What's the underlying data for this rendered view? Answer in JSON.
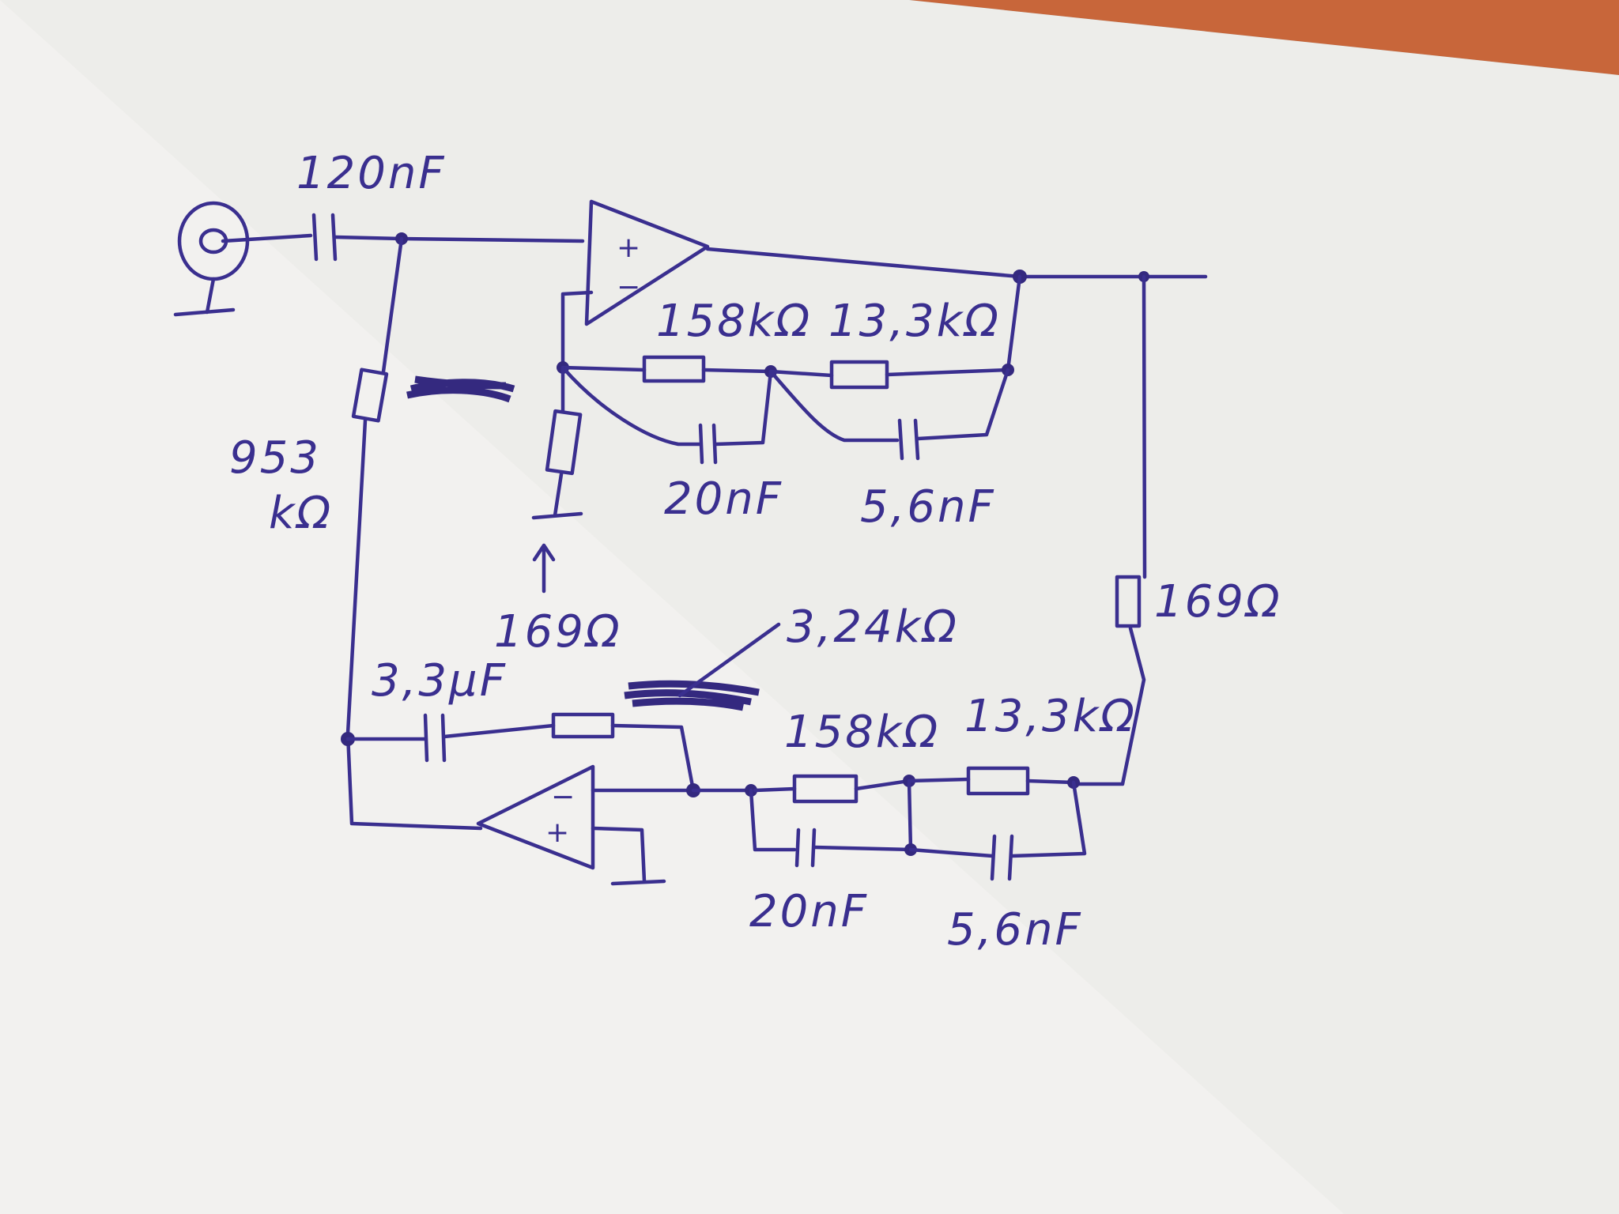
{
  "labels": {
    "input_cap": "120nF",
    "r_bias": "953",
    "r_bias_unit": "kΩ",
    "top_r1": "158kΩ",
    "top_r2": "13,3kΩ",
    "top_c1": "20nF",
    "top_c2": "5,6nF",
    "r_ground_left": "169Ω",
    "r_right": "169Ω",
    "r_feedback": "3,24kΩ",
    "c_coupling": "3,3μF",
    "bot_r1": "158kΩ",
    "bot_r2": "13,3kΩ",
    "bot_c1": "20nF",
    "bot_c2": "5,6nF"
  },
  "opamp_top": {
    "plus": "+",
    "minus": "−"
  },
  "opamp_bottom": {
    "plus": "+",
    "minus": "−"
  },
  "colors": {
    "ink": "#3a2f8f",
    "paper": "#f3f2f0",
    "background_orange": "#c8663a",
    "background_wood": "#5a4a40"
  }
}
